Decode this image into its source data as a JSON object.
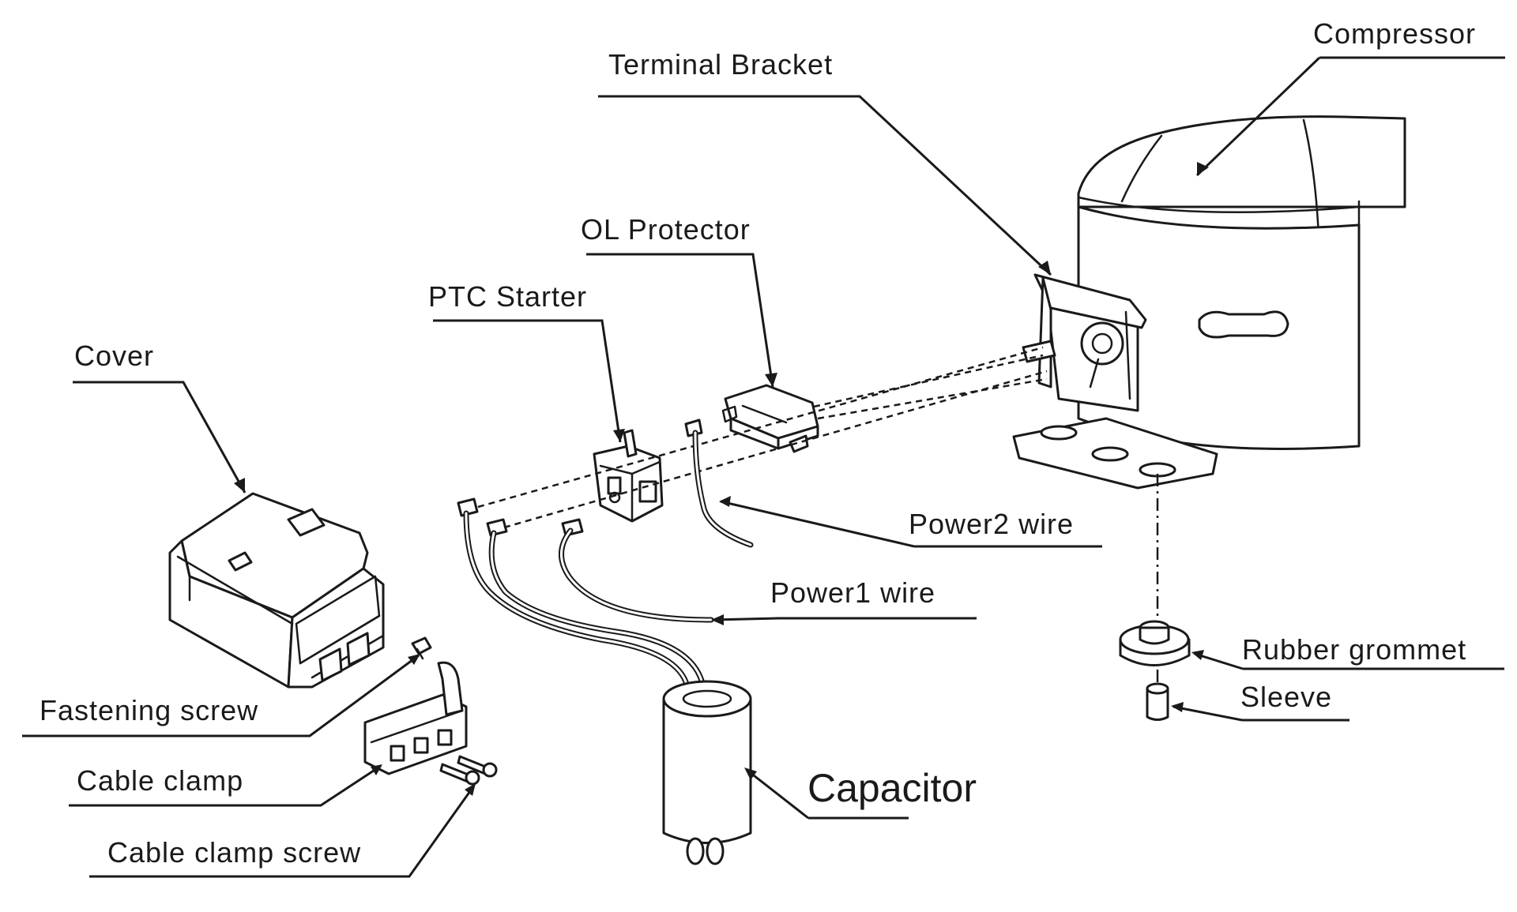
{
  "labels": {
    "compressor": "Compressor",
    "terminal_bracket": "Terminal Bracket",
    "ol_protector": "OL Protector",
    "ptc_starter": "PTC Starter",
    "cover": "Cover",
    "power2_wire": "Power2 wire",
    "power1_wire": "Power1 wire",
    "rubber_grommet": "Rubber grommet",
    "sleeve": "Sleeve",
    "fastening_screw": "Fastening screw",
    "cable_clamp": "Cable clamp",
    "cable_clamp_screw": "Cable clamp screw",
    "capacitor": "Capacitor"
  },
  "colors": {
    "line": "#1a1a1a",
    "background": "#ffffff"
  }
}
